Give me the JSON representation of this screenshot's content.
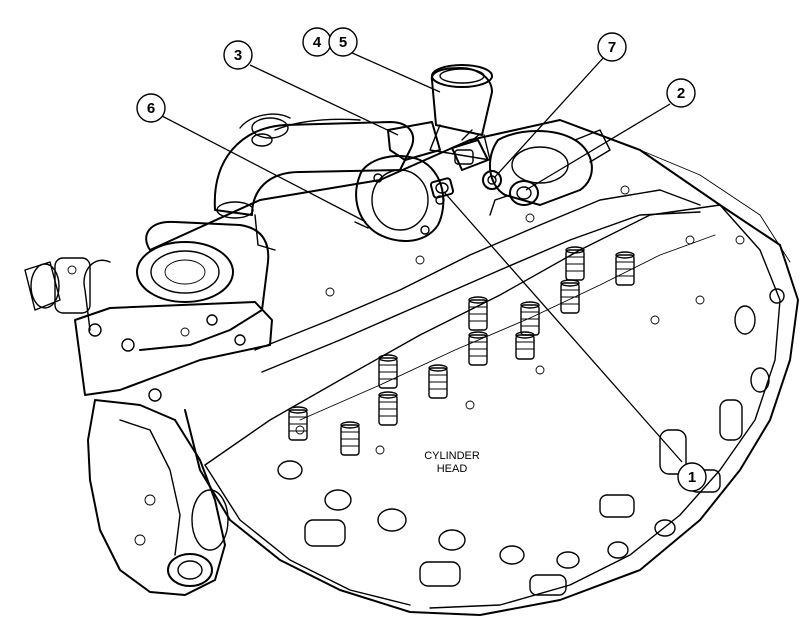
{
  "labels": {
    "cylinder_head_line1": "CYLINDER",
    "cylinder_head_line2": "HEAD"
  },
  "callouts": [
    {
      "id": "1",
      "text": "1"
    },
    {
      "id": "2",
      "text": "2"
    },
    {
      "id": "3",
      "text": "3"
    },
    {
      "id": "4",
      "text": "4"
    },
    {
      "id": "5",
      "text": "5"
    },
    {
      "id": "6",
      "text": "6"
    },
    {
      "id": "7",
      "text": "7"
    }
  ],
  "colors": {
    "ink": "#000000",
    "background": "#ffffff"
  }
}
